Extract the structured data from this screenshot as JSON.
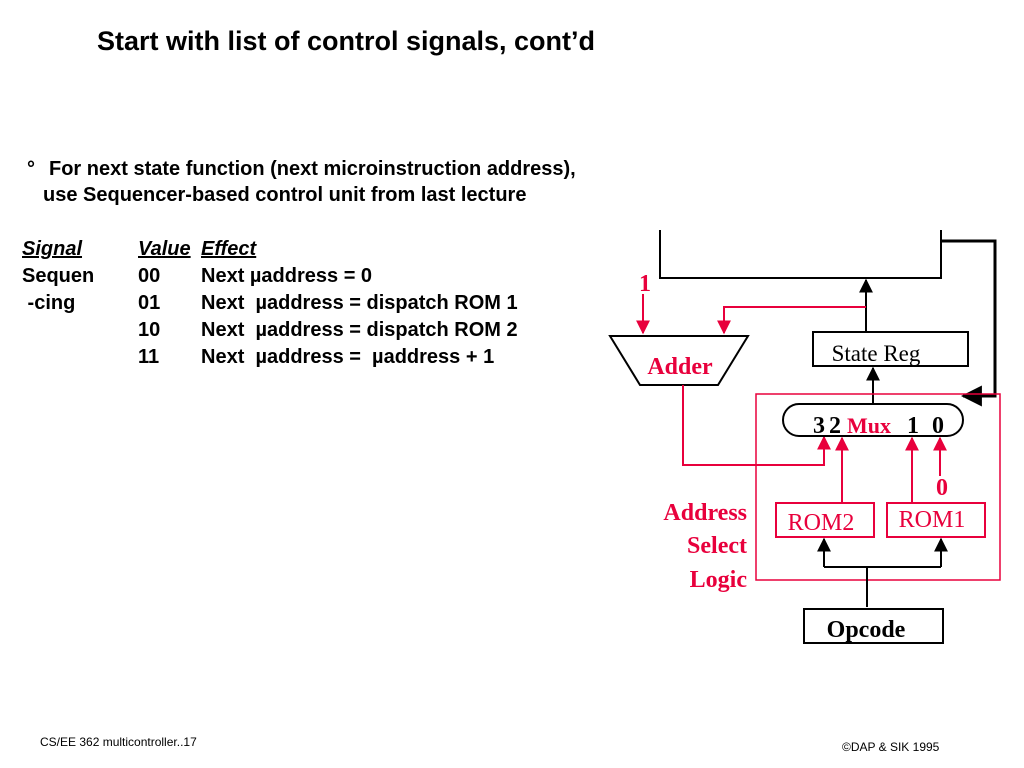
{
  "title": "Start with list of control signals, cont’d",
  "bullet": {
    "marker": "°",
    "line1": "For next state function (next microinstruction address),",
    "line2": "use Sequencer-based control unit from last lecture"
  },
  "signal_table": {
    "headers": [
      "Signal",
      "Value",
      "Effect"
    ],
    "rows": [
      {
        "signal": "Sequen",
        "value": "00",
        "effect": "Next µaddress = 0"
      },
      {
        "signal": " -cing",
        "value": "01",
        "effect": "Next  µaddress = dispatch ROM 1"
      },
      {
        "signal": "",
        "value": "10",
        "effect": "Next  µaddress = dispatch ROM 2"
      },
      {
        "signal": "",
        "value": "11",
        "effect": "Next  µaddress =  µaddress + 1"
      }
    ]
  },
  "diagram": {
    "one_label": "1",
    "adder_label": "Adder",
    "state_reg_label": "State Reg",
    "mux": {
      "label": "Mux",
      "input3": "3",
      "input2": "2",
      "input1": "1",
      "input0": "0"
    },
    "zero_input": "0",
    "rom2_label": "ROM2",
    "rom1_label": "ROM1",
    "address_select_logic": [
      "Address",
      "Select",
      "Logic"
    ],
    "opcode_label": "Opcode"
  },
  "footer": {
    "left": "CS/EE 362 multicontroller..17",
    "right": "©DAP & SIK 1995"
  },
  "colors": {
    "accent": "#e8003c",
    "text": "#000000"
  }
}
